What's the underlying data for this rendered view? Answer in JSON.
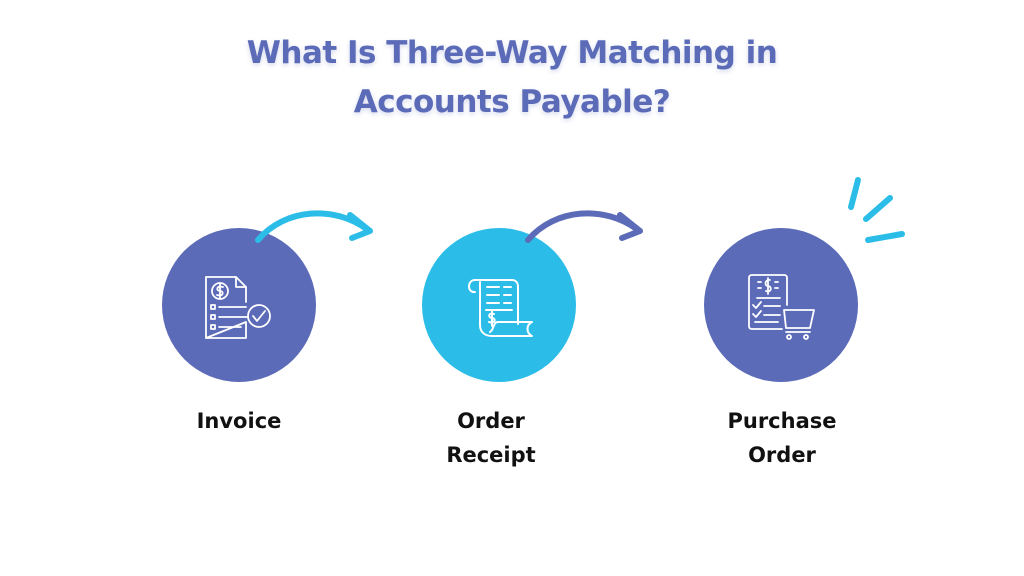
{
  "title": {
    "line1": "What Is Three-Way Matching in",
    "line2": "Accounts Payable?"
  },
  "steps": [
    {
      "label_line1": "Invoice",
      "label_line2": "",
      "icon": "invoice-check-icon",
      "color": "#5b6bb8"
    },
    {
      "label_line1": "Order",
      "label_line2": "Receipt",
      "icon": "receipt-scroll-icon",
      "color": "#2bbde8"
    },
    {
      "label_line1": "Purchase",
      "label_line2": "Order",
      "icon": "purchase-order-cart-icon",
      "color": "#5b6bb8"
    }
  ],
  "colors": {
    "title": "#5b6bb8",
    "indigo": "#5b6bb8",
    "cyan": "#2bbde8",
    "label": "#111111"
  }
}
